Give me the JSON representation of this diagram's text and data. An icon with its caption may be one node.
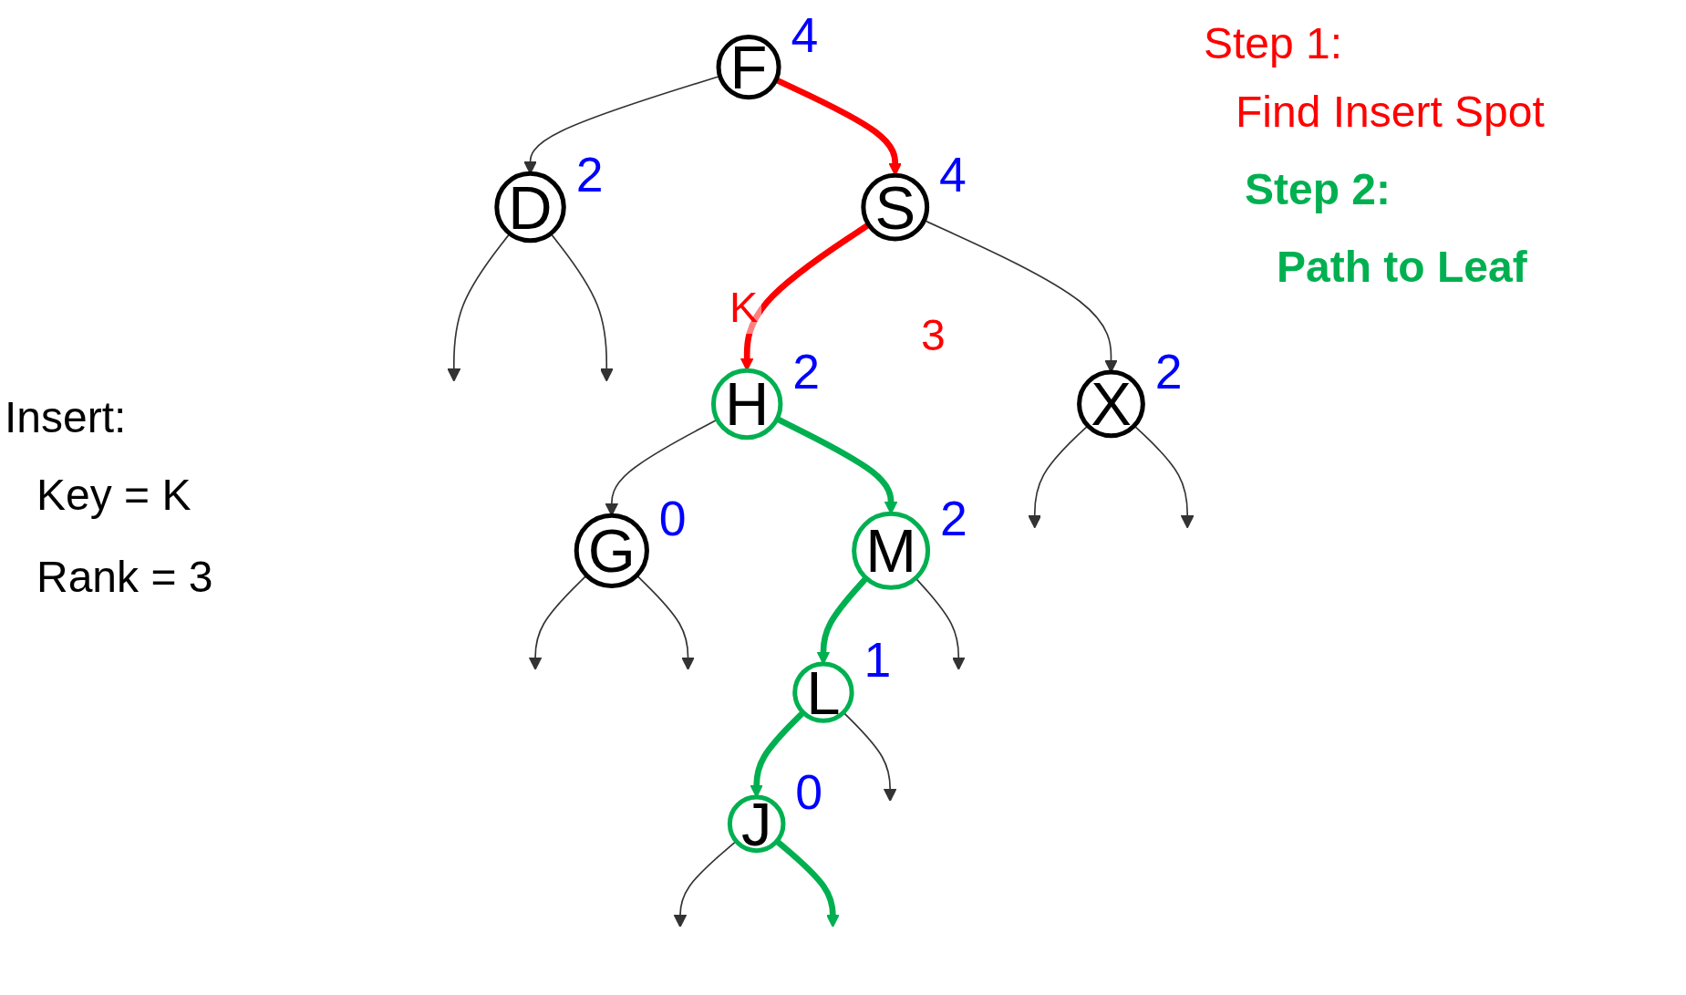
{
  "diagram": {
    "nodes": [
      {
        "text": [
          "F"
        ],
        "beside": [
          "4"
        ]
      },
      {
        "text": [
          "D"
        ],
        "beside": [
          "2"
        ]
      },
      {
        "text": [
          "S"
        ],
        "beside": [
          "4"
        ]
      },
      {
        "text": [
          "H"
        ],
        "beside": [
          "2"
        ]
      },
      {
        "text": [
          "X"
        ],
        "beside": [
          "2"
        ]
      },
      {
        "text": [
          "G"
        ],
        "beside": [
          "0"
        ]
      },
      {
        "text": [
          "M"
        ],
        "beside": [
          "2"
        ]
      },
      {
        "text": [
          "L"
        ],
        "beside": [
          "1"
        ]
      },
      {
        "text": [
          "J"
        ],
        "beside": [
          "0"
        ]
      }
    ],
    "edges": [
      {
        "from": 0,
        "to": 1,
        "arrow": "to"
      },
      {
        "from": 0,
        "to": 2,
        "arrow": "to",
        "style": "thick",
        "color": "#ff0000"
      },
      {
        "from": 2,
        "to": 3,
        "arrow": "to",
        "label": "K",
        "style": "thick",
        "color": "#ff0000"
      },
      {
        "from": 2,
        "to": 4,
        "arrow": "to"
      },
      {
        "from": 1,
        "to": null,
        "arrow": "to"
      },
      {
        "from": 1,
        "to": null,
        "arrow": "to"
      },
      {
        "from": 4,
        "to": null,
        "arrow": "to"
      },
      {
        "from": 4,
        "to": null,
        "arrow": "to"
      },
      {
        "from": 3,
        "to": 5,
        "arrow": "to"
      },
      {
        "from": 3,
        "to": 6,
        "arrow": "to",
        "style": "thick",
        "color": "#00b050"
      },
      {
        "from": 5,
        "to": null,
        "arrow": "to"
      },
      {
        "from": 5,
        "to": null,
        "arrow": "to"
      },
      {
        "from": 6,
        "to": 7,
        "arrow": "to",
        "style": "thick",
        "color": "#00b050"
      },
      {
        "from": 6,
        "to": null,
        "arrow": "to"
      },
      {
        "from": 7,
        "to": 8,
        "arrow": "to",
        "style": "thick",
        "color": "#00b050"
      },
      {
        "from": 7,
        "to": null,
        "arrow": "to"
      },
      {
        "from": 8,
        "to": null,
        "arrow": "to"
      },
      {
        "from": 8,
        "to": null,
        "arrow": "to",
        "style": "thick",
        "color": "#00b050"
      }
    ],
    "labels": [
      "Step 1:",
      "Find Insert Spot",
      "Step 2:",
      "Path to Leaf",
      "3",
      "Insert:",
      "Key = K",
      "Rank = 3"
    ]
  }
}
